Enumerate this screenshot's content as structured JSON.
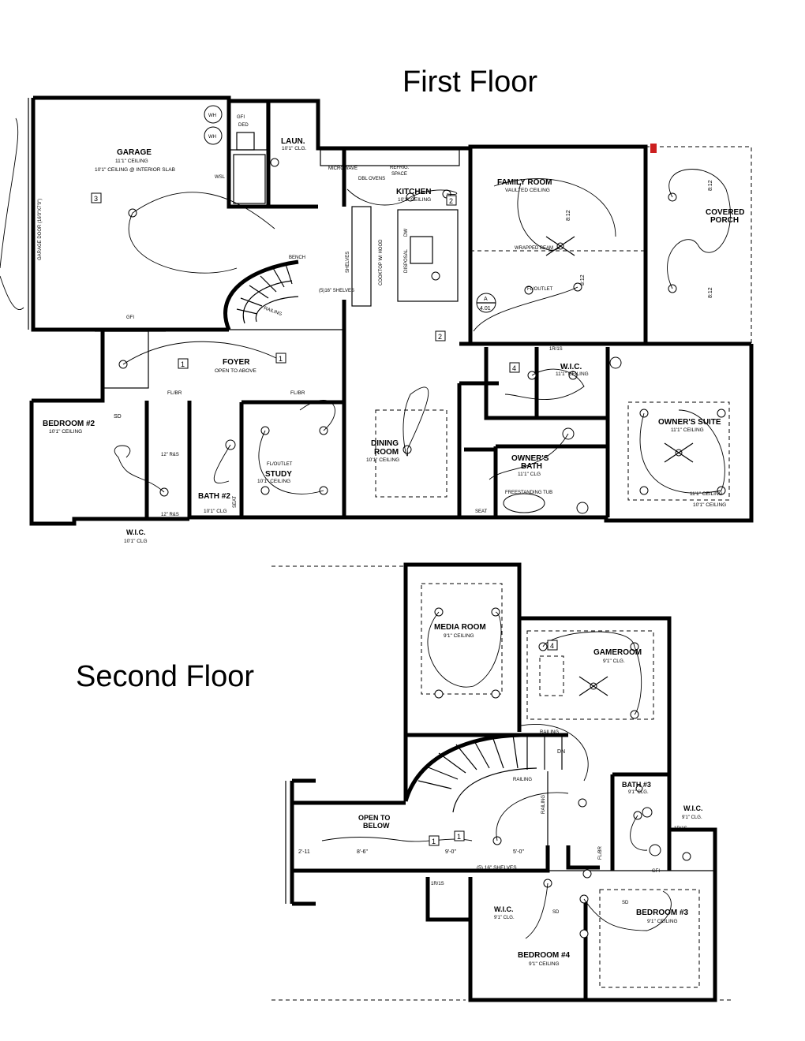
{
  "titles": {
    "first_floor": "First Floor",
    "second_floor": "Second Floor"
  },
  "first_floor": {
    "garage": {
      "name": "GARAGE",
      "ceiling": "11'1\" CEILING",
      "note": "10'1\" CEILING @ INTERIOR SLAB",
      "door": "GARAGE DOOR (16'0\"X7'0\")"
    },
    "laundry": {
      "name": "LAUN.",
      "ceiling": "10'1\" CLG."
    },
    "kitchen": {
      "name": "KITCHEN",
      "ceiling": "10'1\" CEILING",
      "microwave": "MICROWAVE",
      "dbl_ovens": "DBL OVENS",
      "refrig": "REFRIG.",
      "space": "SPACE",
      "cooktop": "COOKTOP W/ HOOD",
      "dw": "DW",
      "disposal": "DISPOSAL"
    },
    "family_room": {
      "name": "FAMILY ROOM",
      "ceiling": "VAULTED CEILING",
      "beam": "WRAPPED BEAM",
      "outlet": "FL/OUTLET",
      "pitch1": "8:12",
      "pitch2": "8:12"
    },
    "covered_porch": {
      "name": "COVERED",
      "name2": "PORCH",
      "pitch1": "8:12",
      "pitch2": "8:12"
    },
    "foyer": {
      "name": "FOYER",
      "note": "OPEN TO ABOVE",
      "flbr": "FL/BR"
    },
    "bedroom2": {
      "name": "BEDROOM #2",
      "ceiling": "10'1\" CEILING"
    },
    "bath2": {
      "name": "BATH #2",
      "ceiling": "10'1\" CLG",
      "seat": "SEAT"
    },
    "wic_bed2": {
      "name": "W.I.C.",
      "ceiling": "10'1\" CLG"
    },
    "study": {
      "name": "STUDY",
      "ceiling": "10'1\" CEILING",
      "outlet": "FL/OUTLET"
    },
    "dining": {
      "name": "DINING",
      "name2": "ROOM",
      "ceiling": "10'1\" CEILING"
    },
    "wic_owner": {
      "name": "W.I.C.",
      "ceiling": "11'1\" CEILING",
      "rod": "1R/1S"
    },
    "owners_bath": {
      "name": "OWNER'S",
      "name2": "BATH",
      "ceiling": "11'1\" CLG",
      "tub": "FREESTANDING TUB",
      "seat": "SEAT"
    },
    "owners_suite": {
      "name": "OWNER'S SUITE",
      "ceiling": "11'1\" CEILING",
      "ceiling2": "11'1\" CEILING",
      "ceiling3": "10'1\" CEILING"
    },
    "misc": {
      "bench": "BENCH",
      "shelves": "(5)16\" SHELVES",
      "railing": "RAILING",
      "gfi": "GFI",
      "rods": "12\" R&S",
      "wh": "WH",
      "ded": "DED",
      "wsl": "WSL",
      "shelves_vert": "SHELVES",
      "flbr": "FL/BR",
      "sd": "SD",
      "callout_a": "A",
      "callout_num": "4.01"
    },
    "tags": [
      "1",
      "1",
      "2",
      "2",
      "3",
      "4"
    ]
  },
  "second_floor": {
    "media_room": {
      "name": "MEDIA ROOM",
      "ceiling": "9'1\" CEILING"
    },
    "gameroom": {
      "name": "GAMEROOM",
      "ceiling": "9'1\" CLG."
    },
    "open_below": {
      "name": "OPEN TO",
      "name2": "BELOW"
    },
    "bath3": {
      "name": "BATH #3",
      "ceiling": "9'1\" CLG."
    },
    "wic3": {
      "name": "W.I.C.",
      "ceiling": "9'1\" CLG."
    },
    "bedroom3": {
      "name": "BEDROOM #3",
      "ceiling": "9'1\" CEILING"
    },
    "wic4": {
      "name": "W.I.C.",
      "ceiling": "9'1\" CLG."
    },
    "bedroom4": {
      "name": "BEDROOM #4",
      "ceiling": "9'1\" CEILING"
    },
    "misc": {
      "railing": "RAILING",
      "railing2": "RAILING",
      "railing3": "RAILING",
      "dn": "DN",
      "shelves": "(5) 16\" SHELVES",
      "dim1": "2'-11",
      "dim2": "8'-6\"",
      "dim3": "9'-0\"",
      "dim4": "5'-0\"",
      "rod": "1R/1S",
      "flbr": "FL/BR",
      "gfi": "GFI",
      "sd": "SD"
    },
    "tags": [
      "1",
      "4"
    ]
  }
}
